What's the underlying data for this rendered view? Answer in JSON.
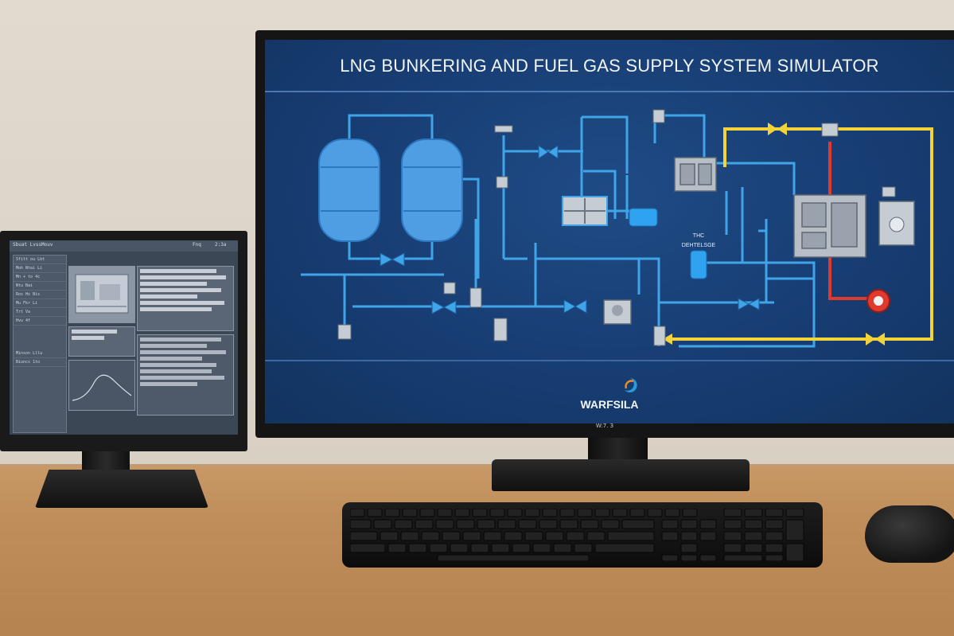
{
  "main_monitor": {
    "title": "LNG BUNKERING AND FUEL GAS SUPPLY SYSTEM SIMULATOR",
    "diagram_label": [
      "THC",
      "DEHTELSGE"
    ],
    "brand": "WARFSILA",
    "model": "W:7. 3",
    "colors": {
      "screen": "#173d73",
      "pipe": "#3fa4e8",
      "gas_line": "#f2d43a",
      "hot_line": "#e03a2f",
      "equipment": "#9aa3ad"
    }
  },
  "side_monitor": {
    "topbar": [
      "Sbuat Lvss",
      "Mouv",
      "Fnq",
      "2:3a"
    ],
    "left_rows": [
      "Sfitt ou Lbt",
      "Moh Ntai Li",
      "Mn + to 4c",
      "Ntu Bai",
      "Ros Hv Bis",
      "Mu Fkr Li",
      "Trt Va",
      "Hvu 4f"
    ],
    "footer": [
      "Minson Lllu",
      "Biuncs 1to"
    ]
  }
}
